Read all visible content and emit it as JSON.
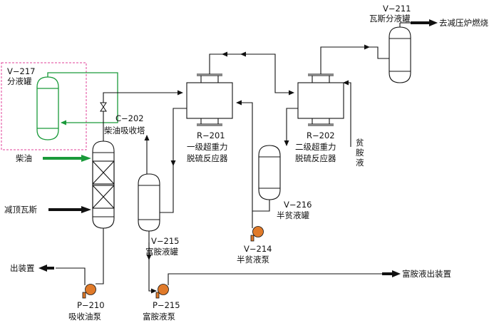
{
  "equipment": {
    "v211": {
      "tag": "V−211",
      "name": "瓦斯分液罐"
    },
    "v217": {
      "tag": "V−217",
      "name": "分液罐"
    },
    "c202": {
      "tag": "C−202",
      "name": "柴油吸收塔"
    },
    "r201": {
      "tag": "R−201",
      "name_line1": "一级超重力",
      "name_line2": "脱硫反应器"
    },
    "r202": {
      "tag": "R−202",
      "name_line1": "二级超重力",
      "name_line2": "脱硫反应器"
    },
    "v215": {
      "tag": "V−215",
      "name": "富胺液罐"
    },
    "v216": {
      "tag": "V−216",
      "name": "半贫液罐"
    },
    "v214": {
      "tag": "V−214",
      "name": "半贫液泵"
    },
    "p210": {
      "tag": "P−210",
      "name": "吸收油泵"
    },
    "p215": {
      "tag": "P−215",
      "name": "富胺液泵"
    }
  },
  "streams": {
    "to_furnace": "去减压炉燃烧",
    "diesel_in": "柴油",
    "vac_gas_in": "减顶瓦斯",
    "out_unit": "出装置",
    "rich_amine_out": "富胺液出装置",
    "lean_amine": "贫胺液"
  },
  "colors": {
    "line": "#111111",
    "highlight": "#1a9a3a",
    "pump": "#e07a2a",
    "box_border": "#e0409a"
  }
}
